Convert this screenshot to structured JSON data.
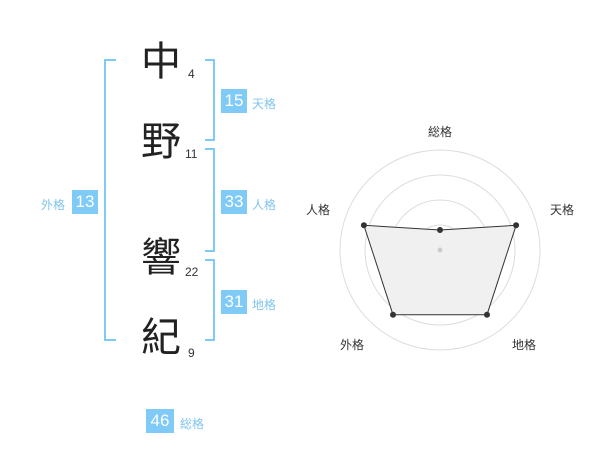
{
  "name": {
    "chars": [
      {
        "char": "中",
        "strokes": "4"
      },
      {
        "char": "野",
        "strokes": "11"
      },
      {
        "char": "響",
        "strokes": "22"
      },
      {
        "char": "紀",
        "strokes": "9"
      }
    ]
  },
  "kaku": {
    "tenkaku": {
      "value": "15",
      "label": "天格"
    },
    "jinkaku": {
      "value": "33",
      "label": "人格"
    },
    "chikaku": {
      "value": "31",
      "label": "地格"
    },
    "gaikaku": {
      "value": "13",
      "label": "外格"
    },
    "soukaku": {
      "value": "46",
      "label": "総格"
    }
  },
  "accent_color": "#7fcaf6",
  "chart_data": {
    "type": "radar",
    "axes": [
      "総格",
      "天格",
      "地格",
      "外格",
      "人格"
    ],
    "values": [
      1,
      4,
      4,
      4,
      4
    ],
    "max": 4,
    "grid_levels": 4
  }
}
